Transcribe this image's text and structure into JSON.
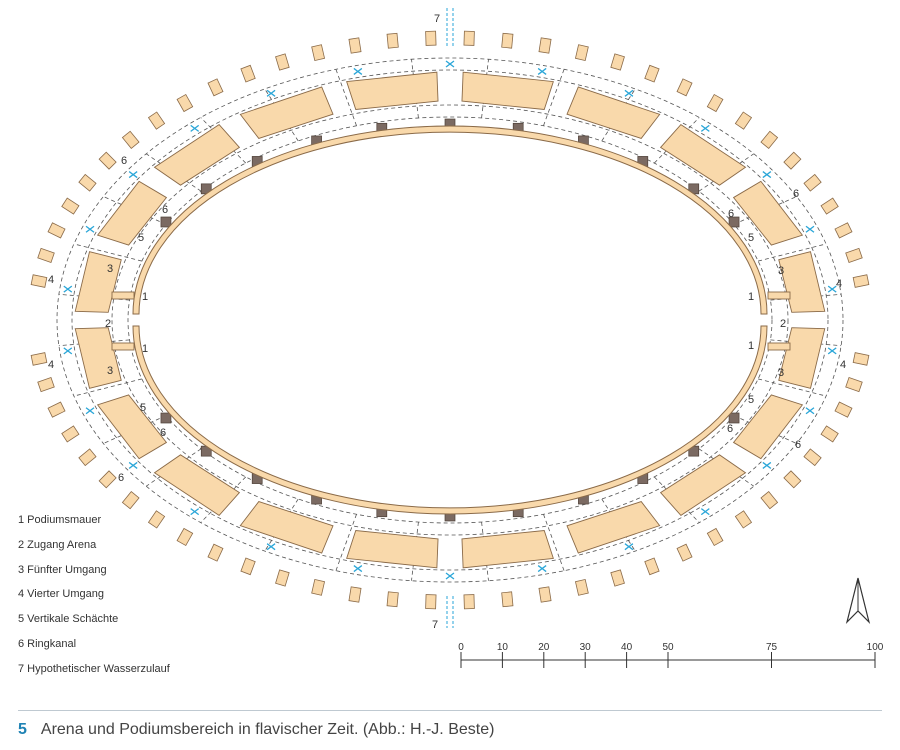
{
  "figure": {
    "number": "5",
    "caption": "Arena und Podiumsbereich in flavischer Zeit. (Abb.: H.-J. Beste)"
  },
  "legend": [
    "1 Podiumsmauer",
    "2 Zugang Arena",
    "3 Fünfter Umgang",
    "4 Vierter Umgang",
    "5 Vertikale Schächte",
    "6 Ringkanal",
    "7 Hypothetischer Wasserzulauf"
  ],
  "plan_labels": {
    "podium_wall": "1",
    "arena_access": "2",
    "fifth_corridor": "3",
    "fourth_corridor": "4",
    "vertical_shafts": "5",
    "ring_channel": "6",
    "water_inlet": "7"
  },
  "scale_bar": {
    "ticks": [
      "0",
      "10",
      "20",
      "30",
      "40",
      "50",
      "75",
      "100"
    ]
  },
  "colors": {
    "masonry": "#f9d9ab",
    "masonry_stroke": "#8a6a48",
    "shaft": "#7b6a62",
    "water": "#2aa6d8",
    "accent": "#1e82b4"
  },
  "north_arrow": "north-arrow-icon"
}
